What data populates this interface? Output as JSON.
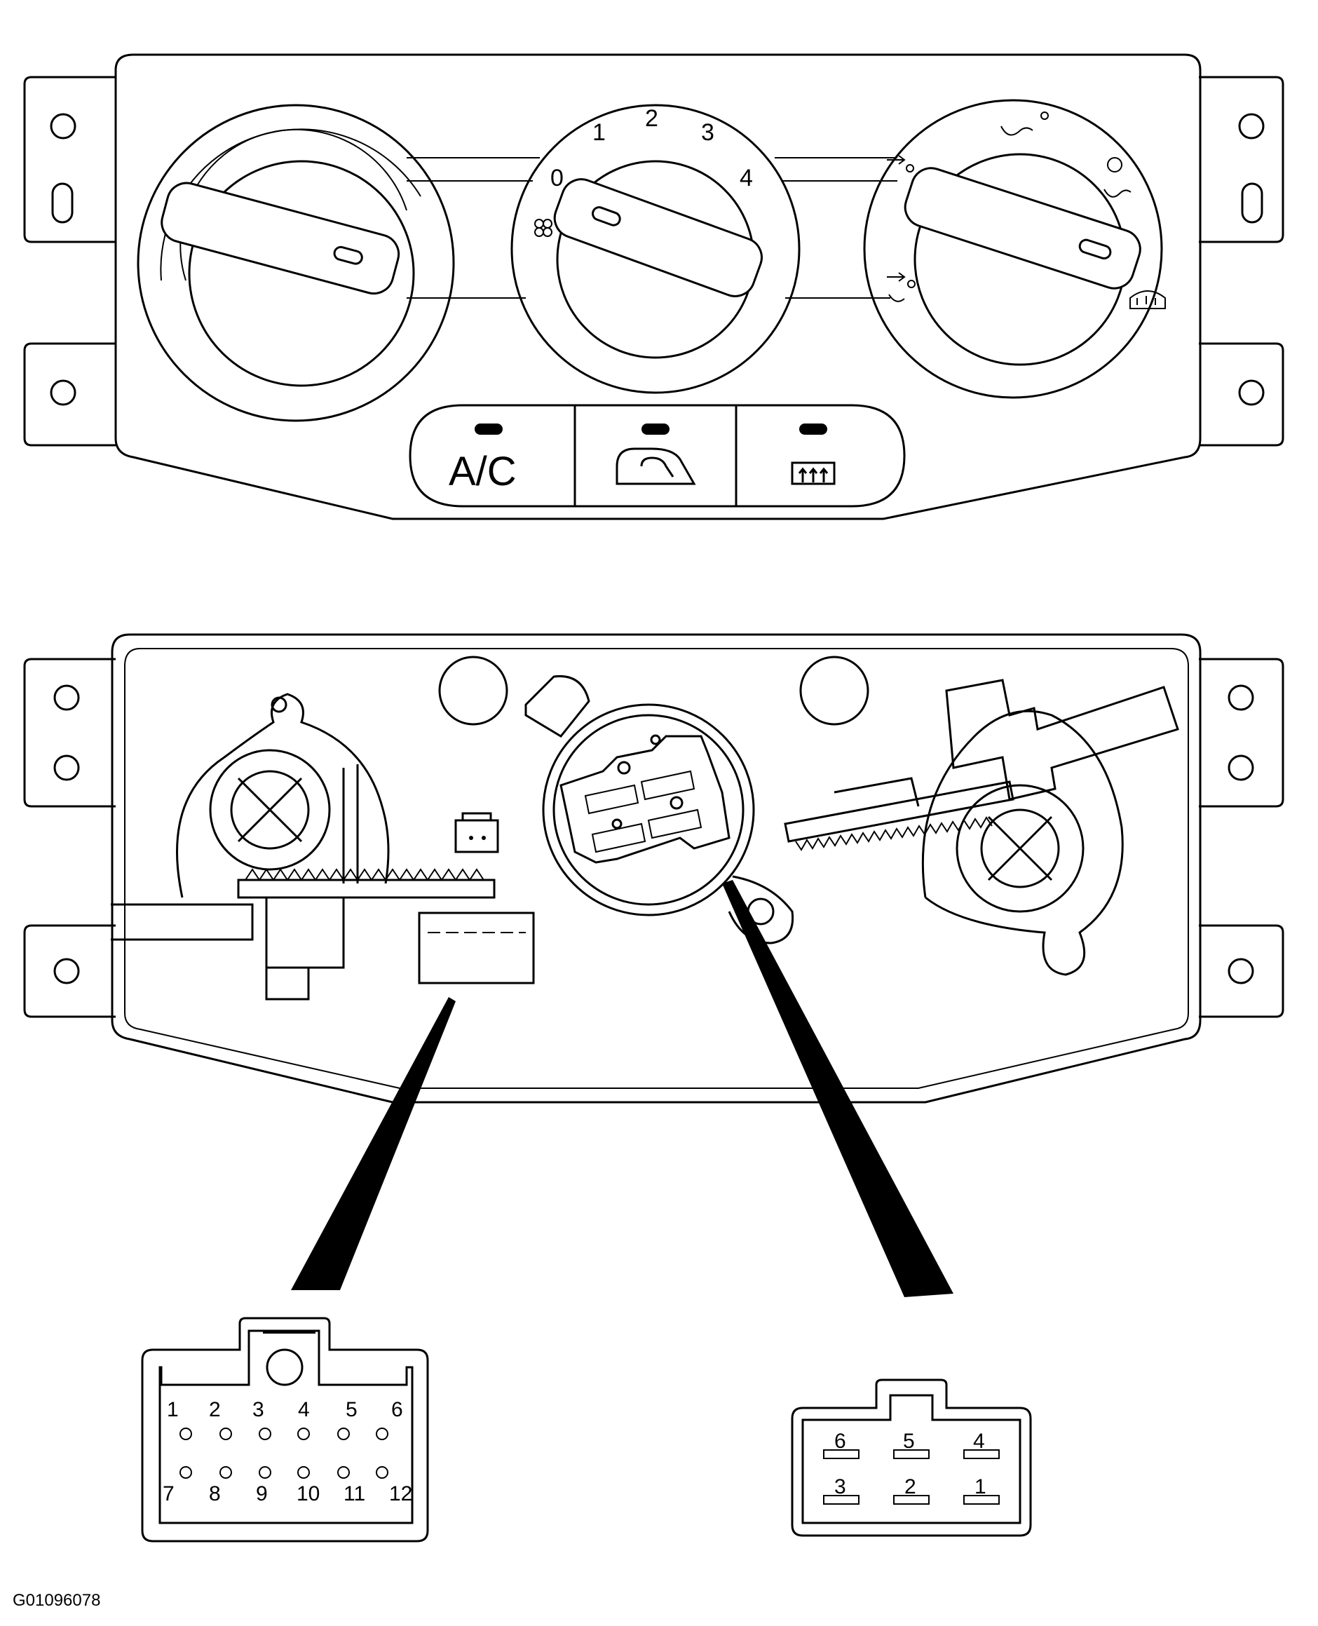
{
  "front_panel": {
    "fan_dial_labels": [
      "0",
      "1",
      "2",
      "3",
      "4"
    ],
    "buttons": [
      {
        "name": "ac-button",
        "label": "A/C"
      },
      {
        "name": "recirculation-button",
        "label": ""
      },
      {
        "name": "rear-defrost-button",
        "label": ""
      }
    ]
  },
  "connector_12pin": {
    "top_row": [
      "1",
      "2",
      "3",
      "4",
      "5",
      "6"
    ],
    "bottom_row": [
      "7",
      "8",
      "9",
      "10",
      "11",
      "12"
    ]
  },
  "connector_6pin": {
    "top_row": [
      "6",
      "5",
      "4"
    ],
    "bottom_row": [
      "3",
      "2",
      "1"
    ]
  },
  "figure_code": "G01096078"
}
